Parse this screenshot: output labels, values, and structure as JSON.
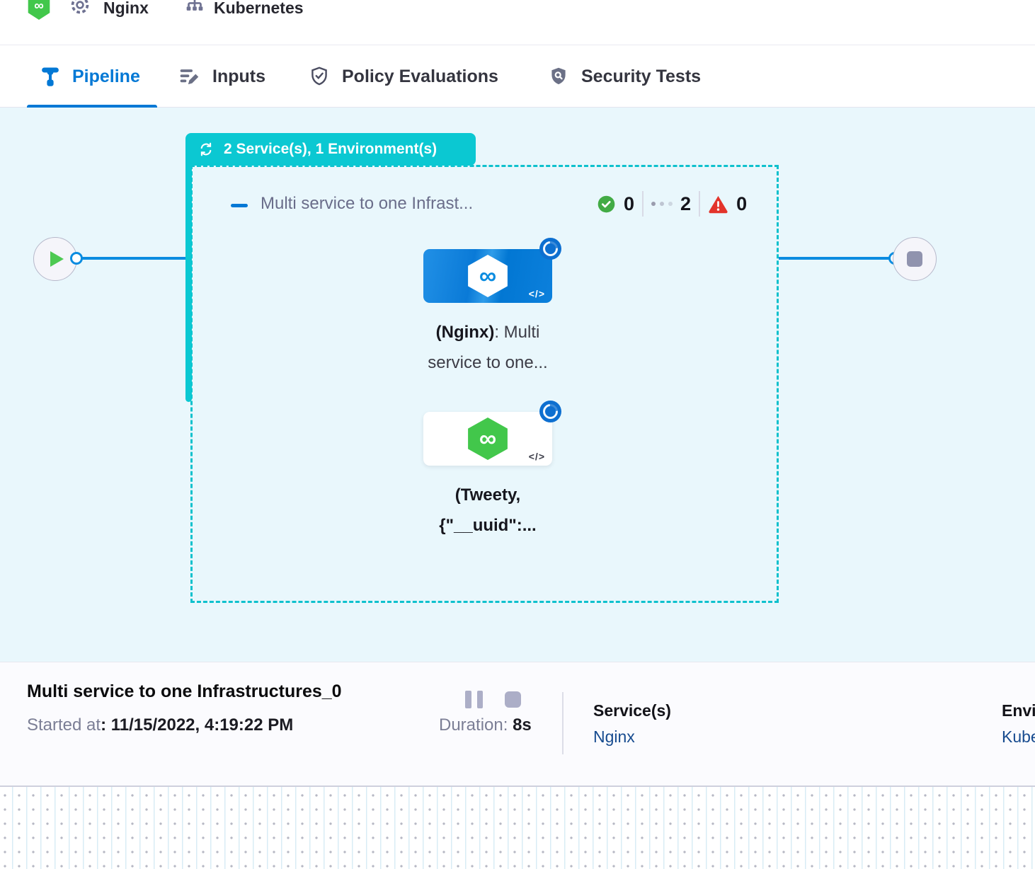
{
  "header": {
    "pipeline_name": "Nginx",
    "environment_name": "Kubernetes"
  },
  "tabs": [
    {
      "label": "Pipeline",
      "active": true
    },
    {
      "label": "Inputs",
      "active": false
    },
    {
      "label": "Policy Evaluations",
      "active": false
    },
    {
      "label": "Security Tests",
      "active": false
    }
  ],
  "canvas": {
    "stage": {
      "badge": "2 Service(s), 1 Environment(s)",
      "title": "Multi service to one Infrast...",
      "counts": {
        "success": "0",
        "running": "2",
        "failed": "0"
      },
      "node1": {
        "name_bold": "(Nginx)",
        "name_rest": ": Multi",
        "line2": "service to one...",
        "code_glyph": "</>",
        "logo_glyph": "∞"
      },
      "node2": {
        "line1": "(Tweety,",
        "line2": "{\"__uuid\":...",
        "code_glyph": "</>",
        "logo_glyph": "∞"
      }
    },
    "brand_glyph": "∞"
  },
  "footer": {
    "title": "Multi service to one Infrastructures_0",
    "started_label": "Started at",
    "started_value": ": 11/15/2022, 4:19:22 PM",
    "duration_label": "Duration: ",
    "duration_value": "8s",
    "services_label": "Service(s)",
    "services_value": "Nginx",
    "environments_label": "Environment(s)",
    "environments_value": "Kubernetes"
  },
  "icons": {
    "brand": "harness-logo-hexagon-infinity",
    "gear": "settings-gear",
    "kubernetes": "sitemap-nodes",
    "pipeline": "pipeline-fitting",
    "inputs": "lines-with-pencil",
    "policy": "shield-check-outline",
    "security": "shield-magnifier-filled",
    "loop": "cycle-arrows",
    "success": "circle-check-green",
    "failed": "warning-triangle-red"
  },
  "colors": {
    "accent_blue": "#0278d5",
    "edge_blue": "#0b8ce0",
    "loop_teal": "#0bc8d2",
    "canvas_bg": "#e9f7fc",
    "brand_green": "#42c74b",
    "success_green": "#42ab45",
    "failed_red": "#e3342b",
    "link_navy": "#174b8f"
  }
}
